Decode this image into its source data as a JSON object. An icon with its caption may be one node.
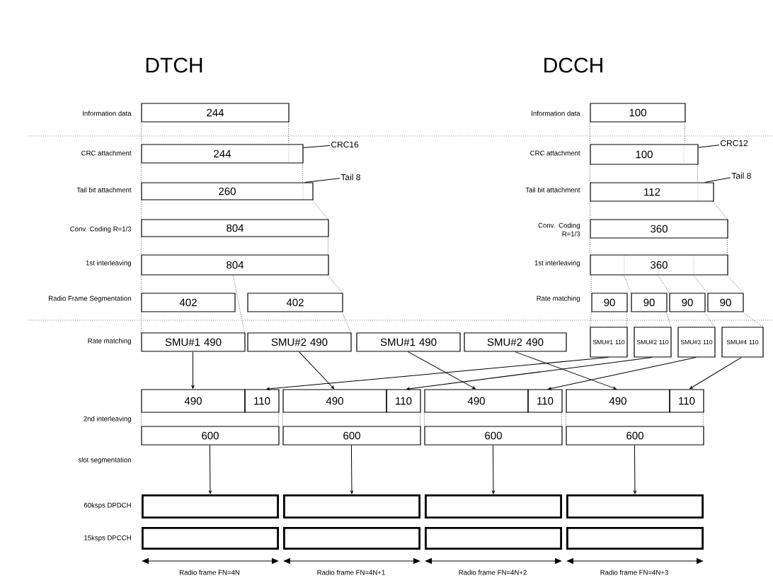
{
  "diagram": {
    "nodes": [
      {
        "text": [
          "244"
        ]
      },
      {
        "text": [
          "100"
        ]
      },
      {
        "text": [
          "244"
        ]
      },
      {
        "text": [
          "CRC16"
        ]
      },
      {
        "text": [
          "100"
        ]
      },
      {
        "text": [
          "CRC12"
        ]
      },
      {
        "text": [
          "260"
        ]
      },
      {
        "text": [
          "Tail 8"
        ]
      },
      {
        "text": [
          "112"
        ]
      },
      {
        "text": [
          "Tail 8"
        ]
      },
      {
        "text": [
          "804"
        ]
      },
      {
        "text": [
          "360"
        ]
      },
      {
        "text": [
          "804"
        ]
      },
      {
        "text": [
          "360"
        ]
      },
      {
        "text": [
          "402"
        ]
      },
      {
        "text": [
          "402"
        ]
      },
      {
        "text": [
          "90"
        ]
      },
      {
        "text": [
          "90"
        ]
      },
      {
        "text": [
          "90"
        ]
      },
      {
        "text": [
          "90"
        ]
      },
      {
        "text": [
          "SMU#1 490"
        ]
      },
      {
        "text": [
          "SMU#2 490"
        ]
      },
      {
        "text": [
          "SMU#1 490"
        ]
      },
      {
        "text": [
          "SMU#2 490"
        ]
      },
      {
        "text": [
          "SMU#1 110"
        ]
      },
      {
        "text": [
          "SMU#2 110"
        ]
      },
      {
        "text": [
          "SMU#3 110"
        ]
      },
      {
        "text": [
          "SMU#4 110"
        ]
      },
      {
        "text": [
          "490"
        ]
      },
      {
        "text": [
          "110"
        ]
      },
      {
        "text": [
          "490"
        ]
      },
      {
        "text": [
          "110"
        ]
      },
      {
        "text": [
          "490"
        ]
      },
      {
        "text": [
          "110"
        ]
      },
      {
        "text": [
          "490"
        ]
      },
      {
        "text": [
          "110"
        ]
      },
      {
        "text": [
          "600"
        ]
      },
      {
        "text": [
          "600"
        ]
      },
      {
        "text": [
          "600"
        ]
      },
      {
        "text": [
          "600"
        ]
      },
      {
        "text": [],
        "shape": "box"
      },
      {
        "text": [],
        "shape": "box"
      },
      {
        "text": [],
        "shape": "box"
      },
      {
        "text": [],
        "shape": "box"
      },
      {
        "text": [],
        "shape": "box"
      },
      {
        "text": [],
        "shape": "box"
      },
      {
        "text": [],
        "shape": "box"
      },
      {
        "text": [],
        "shape": "box"
      }
    ],
    "edges": [
      {
        "from": 3,
        "to": 2,
        "arrow": "none"
      },
      {
        "from": 5,
        "to": 4,
        "arrow": "none"
      },
      {
        "from": 7,
        "to": 6,
        "arrow": "none"
      },
      {
        "from": 9,
        "to": 8,
        "arrow": "none"
      },
      {
        "from": 20,
        "to": 28,
        "arrow": "to"
      },
      {
        "from": 21,
        "to": 30,
        "arrow": "to"
      },
      {
        "from": 22,
        "to": 32,
        "arrow": "to"
      },
      {
        "from": 23,
        "to": 34,
        "arrow": "to"
      },
      {
        "from": 24,
        "to": 29,
        "arrow": "to"
      },
      {
        "from": 25,
        "to": 31,
        "arrow": "to"
      },
      {
        "from": 26,
        "to": 33,
        "arrow": "to"
      },
      {
        "from": 27,
        "to": 35,
        "arrow": "to"
      },
      {
        "from": 36,
        "to": 40,
        "arrow": "to"
      },
      {
        "from": 37,
        "to": 41,
        "arrow": "to"
      },
      {
        "from": 38,
        "to": 42,
        "arrow": "to"
      },
      {
        "from": 39,
        "to": 43,
        "arrow": "to"
      },
      {
        "from": 0,
        "to": 2,
        "arrow": "none",
        "style": "dashed"
      },
      {
        "from": 0,
        "to": 2,
        "arrow": "none",
        "style": "dashed"
      },
      {
        "from": 2,
        "to": 6,
        "arrow": "none",
        "style": "dashed"
      },
      {
        "from": 2,
        "to": 6,
        "arrow": "none",
        "style": "dashed"
      },
      {
        "from": 6,
        "to": 10,
        "arrow": "none",
        "style": "dashed"
      },
      {
        "from": 6,
        "to": 10,
        "arrow": "none",
        "style": "dashed"
      },
      {
        "from": 10,
        "to": 12,
        "arrow": "none",
        "style": "dashed"
      },
      {
        "from": 10,
        "to": 12,
        "arrow": "none",
        "style": "dashed"
      },
      {
        "from": 12,
        "to": 14,
        "arrow": "none",
        "style": "dashed"
      },
      {
        "from": 12,
        "to": 20,
        "arrow": "none",
        "style": "dashed"
      },
      {
        "from": 12,
        "to": 15,
        "arrow": "none",
        "style": "dashed"
      },
      {
        "from": 14,
        "to": 20,
        "arrow": "none",
        "style": "dashed"
      },
      {
        "from": 15,
        "to": 21,
        "arrow": "none",
        "style": "dashed"
      },
      {
        "from": 1,
        "to": 4,
        "arrow": "none",
        "style": "dashed"
      },
      {
        "from": 1,
        "to": 4,
        "arrow": "none",
        "style": "dashed"
      },
      {
        "from": 4,
        "to": 8,
        "arrow": "none",
        "style": "dashed"
      },
      {
        "from": 4,
        "to": 8,
        "arrow": "none",
        "style": "dashed"
      },
      {
        "from": 8,
        "to": 11,
        "arrow": "none",
        "style": "dashed"
      },
      {
        "from": 8,
        "to": 11,
        "arrow": "none",
        "style": "dashed"
      },
      {
        "from": 11,
        "to": 13,
        "arrow": "none",
        "style": "dashed"
      },
      {
        "from": 11,
        "to": 13,
        "arrow": "none",
        "style": "dashed"
      },
      {
        "from": 13,
        "to": 16,
        "arrow": "none",
        "style": "dashed"
      },
      {
        "from": 13,
        "to": 17,
        "arrow": "none",
        "style": "dashed"
      },
      {
        "from": 13,
        "to": 18,
        "arrow": "none",
        "style": "dashed"
      },
      {
        "from": 13,
        "to": 19,
        "arrow": "none",
        "style": "dashed"
      },
      {
        "from": 13,
        "to": 19,
        "arrow": "none",
        "style": "dashed"
      },
      {
        "from": 16,
        "to": 24,
        "arrow": "none",
        "style": "dashed"
      },
      {
        "from": 16,
        "to": 24,
        "arrow": "none",
        "style": "dashed"
      },
      {
        "from": 17,
        "to": 25,
        "arrow": "none",
        "style": "dashed"
      },
      {
        "from": 18,
        "to": 26,
        "arrow": "none",
        "style": "dashed"
      },
      {
        "from": 19,
        "to": 27,
        "arrow": "none",
        "style": "dashed"
      },
      {
        "from": 28,
        "to": 36,
        "arrow": "none",
        "style": "dashed"
      },
      {
        "from": 29,
        "to": 36,
        "arrow": "none",
        "style": "dashed"
      },
      {
        "from": 30,
        "to": 37,
        "arrow": "none",
        "style": "dashed"
      },
      {
        "from": 31,
        "to": 37,
        "arrow": "none",
        "style": "dashed"
      },
      {
        "from": 32,
        "to": 38,
        "arrow": "none",
        "style": "dashed"
      },
      {
        "from": 33,
        "to": 38,
        "arrow": "none",
        "style": "dashed"
      },
      {
        "from": 34,
        "to": 39,
        "arrow": "none",
        "style": "dashed"
      },
      {
        "from": 35,
        "to": 39,
        "arrow": "none",
        "style": "dashed"
      }
    ],
    "labels": [
      "DTCH",
      "DCCH",
      "Information data",
      "Information data",
      "CRC attachment",
      "CRC attachment",
      "Tail bit attachment",
      "Tail bit attachment",
      "Conv. Coding R=1/3",
      "Conv. Coding R=1/3",
      "1st interleaving",
      "1st interleaving",
      "Radio Frame Segmentation",
      "Rate matching",
      "Rate matching",
      "2nd interleaving",
      "slot segmentation",
      "60ksps DPDCH",
      "15ksps DPCCH",
      "Radio frame FN=4N",
      "Radio frame FN=4N+1",
      "Radio frame FN=4N+2",
      "Radio frame FN=4N+3"
    ]
  }
}
